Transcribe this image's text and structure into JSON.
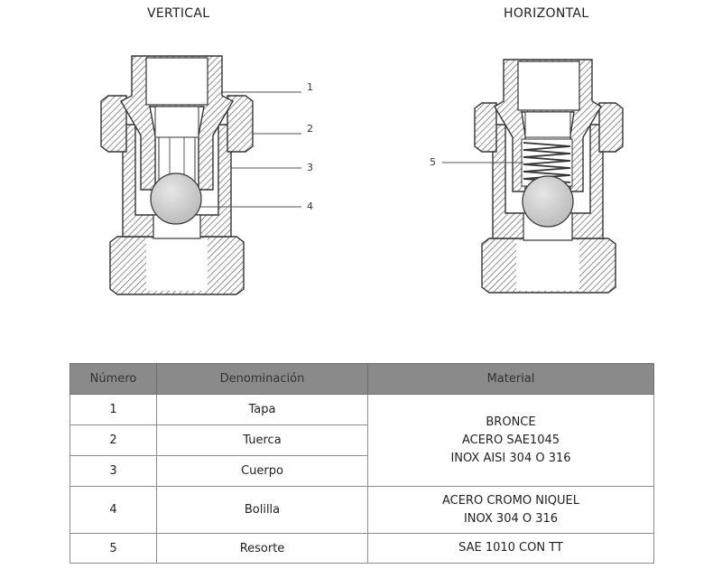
{
  "views": {
    "vertical": "VERTICAL",
    "horizontal": "HORIZONTAL"
  },
  "callouts": [
    "1",
    "2",
    "3",
    "4",
    "5"
  ],
  "table": {
    "headers": [
      "Número",
      "Denominación",
      "Material"
    ],
    "rows": [
      {
        "numero": "1",
        "denominacion": "Tapa"
      },
      {
        "numero": "2",
        "denominacion": "Tuerca"
      },
      {
        "numero": "3",
        "denominacion": "Cuerpo"
      },
      {
        "numero": "4",
        "denominacion": "Bolilla"
      },
      {
        "numero": "5",
        "denominacion": "Resorte"
      }
    ],
    "materials": [
      [
        "BRONCE",
        "ACERO SAE1045",
        "INOX AISI 304 O 316"
      ],
      [
        "ACERO CROMO NIQUEL",
        "INOX 304 O 316"
      ],
      [
        "SAE 1010 CON TT"
      ]
    ]
  },
  "colors": {
    "header_bg": "#8a8a8a",
    "hatch": "#555555",
    "ball": "#cfcfcf"
  }
}
